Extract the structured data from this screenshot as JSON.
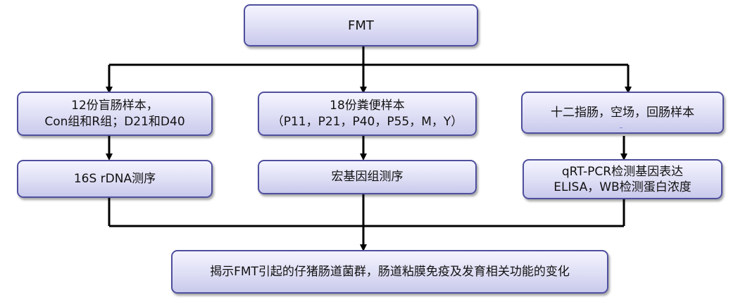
{
  "root": {
    "label": "FMT"
  },
  "branches": [
    {
      "sample_lines": [
        "12份盲肠样本，",
        "Con组和R组；D21和D40"
      ],
      "method_lines": [
        "16S rDNA测序"
      ]
    },
    {
      "sample_lines": [
        "18份粪便样本",
        "（P11，P21，P40，P55，M，Y）"
      ],
      "method_lines": [
        "宏基因组测序"
      ]
    },
    {
      "sample_lines": [
        "十二指肠，空场，回肠样本"
      ],
      "method_lines": [
        "qRT-PCR检测基因表达",
        "ELISA，WB检测蛋白浓度"
      ]
    }
  ],
  "result": {
    "label": "揭示FMT引起的仔猪肠道菌群，肠道粘膜免疫及发育相关功能的变化"
  },
  "colors": {
    "box_border": "#4f4f9e",
    "box_fill_top": "#f4f4ff",
    "box_fill_bottom": "#c9c9ec",
    "line": "#000000"
  }
}
